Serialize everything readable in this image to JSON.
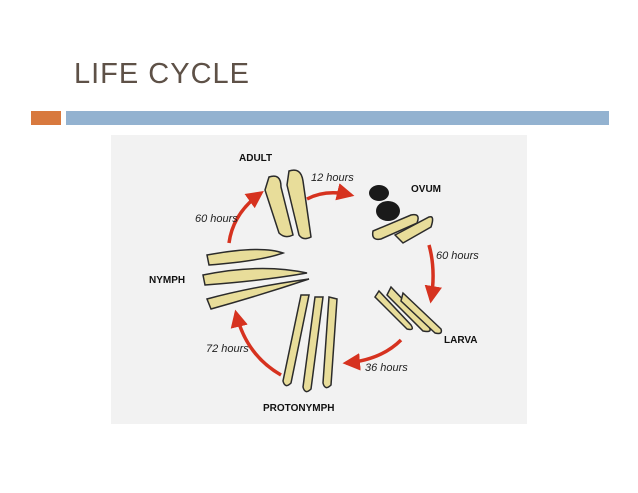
{
  "slide": {
    "title": "LIFE CYCLE"
  },
  "diagram": {
    "stages": {
      "adult": "ADULT",
      "ovum": "OVUM",
      "larva": "LARVA",
      "protonymph": "PROTONYMPH",
      "nymph": "NYMPH"
    },
    "durations": {
      "adult_to_ovum": "12 hours",
      "ovum_to_larva": "60 hours",
      "larva_to_protonymph": "36 hours",
      "protonymph_to_nymph": "72 hours",
      "nymph_to_adult": "60 hours"
    },
    "colors": {
      "arrow": "#d6321f",
      "mite_fill": "#e8dd9a",
      "mite_stroke": "#2b2b2b",
      "egg": "#1a1a1a"
    }
  }
}
